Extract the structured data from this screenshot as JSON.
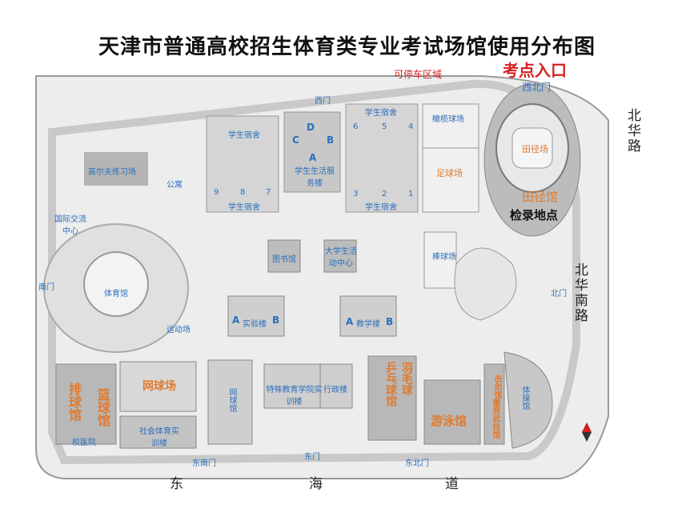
{
  "title": "天津市普通高校招生体育类专业考试场馆使用分布图",
  "entrance_label": "考点入口",
  "registration_label": "检录地点",
  "parking_label": "可停车区域",
  "roads": {
    "north_hua": "北华路",
    "north_hua_south": "北华南路",
    "dong": "东",
    "hai": "海",
    "dao": "道"
  },
  "gates": {
    "west": "西门",
    "northwest": "西北门",
    "south": "南门",
    "north": "北门",
    "east": "东门",
    "southeast": "东南门",
    "northeast": "东北门"
  },
  "buildings": {
    "dorm_top": "学生宿舍",
    "dorm_left_top": "学生宿舍",
    "dorm_left_bottom": "学生宿舍",
    "dorm_right_bottom": "学生宿舍",
    "life_service": "学生生活服务楼",
    "golf": "高尔夫练习场",
    "apartment": "公寓",
    "intl_center": "国际交流中心",
    "gym": "体育馆",
    "sports_field": "运动场",
    "library": "图书馆",
    "activity_center": "大学生活动中心",
    "lab": "实验楼",
    "teaching": "教学楼",
    "normal_edu": "特殊教育学院实训楼",
    "admin": "行政楼",
    "social_sports": "社会体育实训楼",
    "hospital": "校医院",
    "rugby": "橄榄球场",
    "football": "足球场",
    "baseball": "棒球场",
    "athletics_field": "田径场",
    "athletics_hall": "田径馆"
  },
  "venues": {
    "volleyball": "排球馆",
    "basketball": "篮球馆",
    "tennis": "网球场",
    "net": "网球馆",
    "table_tennis": "乒乓球馆",
    "badminton": "羽毛球",
    "swimming": "游泳馆",
    "wushu": "重竞武技馆",
    "gymnastics": "体操馆",
    "fencing": "击剑馆"
  },
  "building_letters": {
    "a": "A",
    "b": "B",
    "c": "C",
    "d": "D"
  },
  "dorm_numbers_right": [
    "6",
    "5",
    "4",
    "3",
    "2",
    "1"
  ],
  "dorm_numbers_left": [
    "9",
    "8",
    "7"
  ],
  "colors": {
    "road_gray": "#c9c9c9",
    "building_gray": "#9a9a9a",
    "field_green_gray": "#e5e5e5",
    "blue": "#2a6fbd",
    "orange": "#e07a2e",
    "red": "#d62020"
  }
}
